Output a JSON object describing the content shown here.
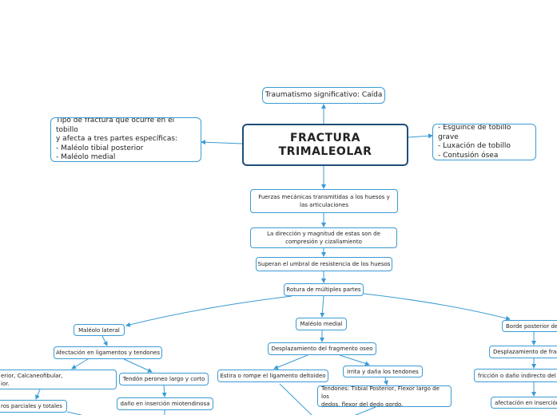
{
  "diagram": {
    "root": "FRACTURA\nTRIMALEOLAR",
    "cause": "Traumatismo significativo: Caída",
    "type_description": "Tipo de fractura que ocurre en el tobillo\ny afecta a tres partes específicas:\n- Maléolo tibial posterior\n- Maléolo medial",
    "differentials": "- Esguince de tobillo grave\n- Luxación de tobillo\n- Contusión ósea",
    "mechanism": [
      "Fuerzas mecánicas transmitidas a los huesos y\nlas articulaciones",
      "La dirección y magnitud de estas son de\ncompresión y cizallamiento",
      "Superan el umbral de resistencia de los huesos",
      "Rotura de múltiples partes"
    ],
    "lateral": {
      "title": "Maléolo lateral",
      "effect": "Afectación en ligamentos y tendones",
      "ligaments": "erior, Calcaneofibular,\nior.",
      "tendon": "Tendón peroneo largo y corto",
      "tears": "ros parciales y totales",
      "insertion": "daño en inserción miotendinosa"
    },
    "medial": {
      "title": "Maléolo medial",
      "displacement": "Desplazamiento del fragmento oseo",
      "ligament": "Estira o rompe el ligamento deltoideo",
      "tendons_irritation": "Irrita y daña los tendones",
      "tendons_list": "Tendones: Tiibial Posterior, Flexor largo de los\ndedos, flexor del dedo gordo."
    },
    "posterior": {
      "title": "Borde posterior de",
      "displacement": "Desplazamiento de frag",
      "friction": "fricción o daño indirecto del",
      "insertion": "afectación en inserción"
    }
  }
}
